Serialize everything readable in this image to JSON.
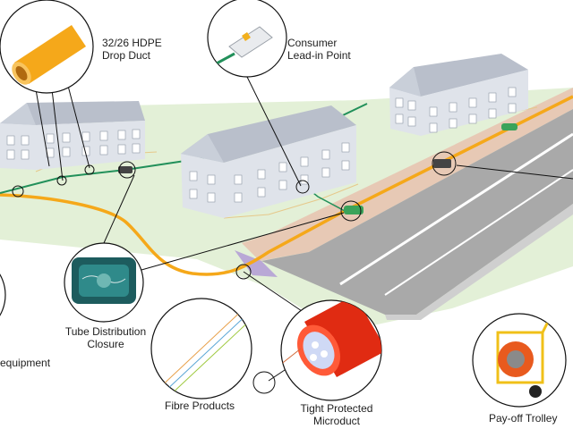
{
  "labels": {
    "drop_duct": [
      "32/26 HDPE",
      "Drop Duct"
    ],
    "consumer_lead_in": [
      "Consumer",
      "Lead-in Point"
    ],
    "tube_distribution_closure": [
      "Tube Distribution",
      "Closure"
    ],
    "equipment": "equipment",
    "fibre_products": "Fibre Products",
    "tight_protected_microduct": [
      "Tight Protected",
      "Microduct"
    ],
    "pay_off_trolley": "Pay-off Trolley"
  },
  "colors": {
    "ground": "#e3f0d7",
    "road": "#a9a9a9",
    "road_marking": "#ffffff",
    "pavement": "#e7c9b5",
    "main_duct": "#f5a81a",
    "drop_duct": "#22905a",
    "closure": "#3aa35a",
    "microduct": "#e02b12",
    "house_wall": "#dfe3ea",
    "house_roof": "#b9bfcb",
    "window": "#ffffff",
    "callout_line": "#111111"
  }
}
